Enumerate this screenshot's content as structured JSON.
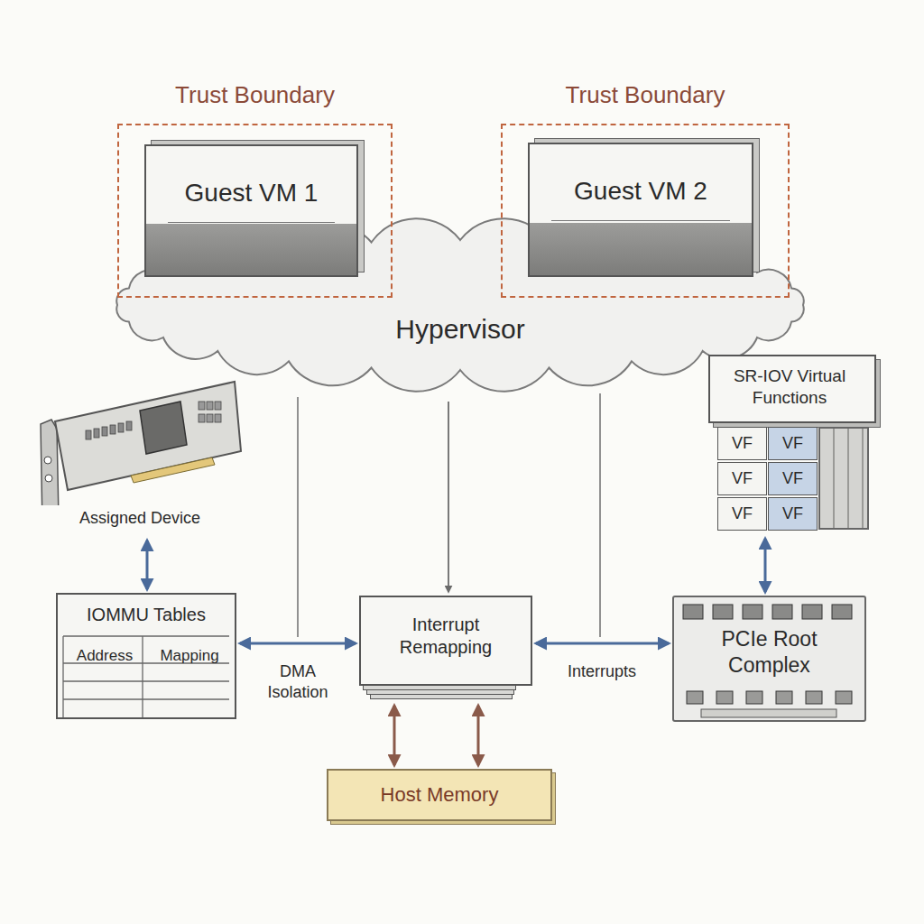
{
  "diagram": {
    "nodes": [
      {
        "text": [
          "Trust Boundary"
        ]
      },
      {
        "text": [
          "Guest VM 1"
        ],
        "in": 0
      },
      {
        "text": [
          "Trust Boundary"
        ]
      },
      {
        "text": [
          "Guest VM 2"
        ],
        "in": 2
      },
      {
        "text": [
          "Hypervisor"
        ]
      },
      {
        "text": [
          "SR-IOV Virtual Functions"
        ]
      },
      {
        "text": [
          "VF"
        ],
        "in": 5
      },
      {
        "text": [
          "VF"
        ],
        "in": 5
      },
      {
        "text": [
          "VF"
        ],
        "in": 5
      },
      {
        "text": [
          "VF"
        ],
        "in": 5
      },
      {
        "text": [
          "VF"
        ],
        "in": 5
      },
      {
        "text": [
          "VF"
        ],
        "in": 5
      },
      {
        "text": [
          "Assigned Device"
        ]
      },
      {
        "text": [
          "IOMMU Tables"
        ]
      },
      {
        "text": [
          "Interrupt Remapping"
        ]
      },
      {
        "text": [
          "PCIe Root Complex"
        ]
      },
      {
        "text": [
          "Host Memory"
        ]
      }
    ],
    "edges": [
      {
        "from": 4,
        "to": 14,
        "arrow": "to"
      },
      {
        "from": 12,
        "to": 13,
        "arrow": "both"
      },
      {
        "from": 13,
        "to": 14,
        "label": "DMA Isolation",
        "arrow": "both"
      },
      {
        "from": 14,
        "to": 15,
        "label": "Interrupts",
        "arrow": "both"
      },
      {
        "from": 5,
        "to": 15,
        "arrow": "both"
      },
      {
        "from": 14,
        "to": 16,
        "arrow": "both"
      },
      {
        "from": 14,
        "to": 16,
        "arrow": "both"
      }
    ],
    "labels": [
      "Address",
      "Mapping"
    ]
  }
}
